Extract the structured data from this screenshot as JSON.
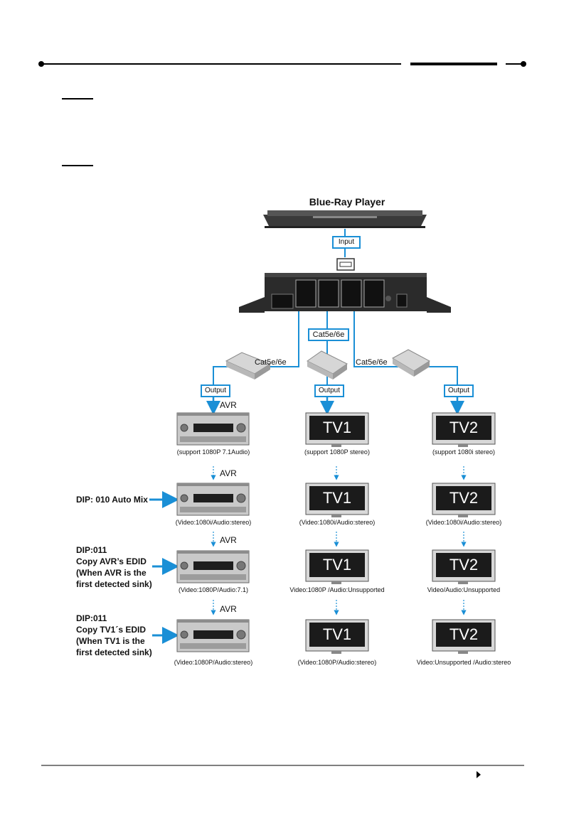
{
  "header": {
    "decor": "top-rule"
  },
  "devices": {
    "player": "Blue-Ray Player",
    "input_label": "Input",
    "output_label": "Output",
    "cable_left": "Cat5e/6e",
    "cable_center": "Cat5e/6e",
    "cable_right": "Cat5e/6e",
    "avr": "AVR",
    "tv1": "TV1",
    "tv2": "TV2"
  },
  "rows": [
    {
      "side": "",
      "avr": "(support 1080P 7.1Audio)",
      "tv1": "(support 1080P stereo)",
      "tv2": "(support 1080i stereo)"
    },
    {
      "side": "DIP: 010 Auto Mix",
      "avr": "(Video:1080i/Audio:stereo)",
      "tv1": "(Video:1080i/Audio:stereo)",
      "tv2": "(Video:1080i/Audio:stereo)"
    },
    {
      "side": "DIP:011\nCopy AVR’s EDID\n(When AVR is the\nfirst detected sink)",
      "avr": "(Video:1080P/Audio:7.1)",
      "tv1": "Video:1080P /Audio:Unsupported",
      "tv2": "Video/Audio:Unsupported"
    },
    {
      "side": "DIP:011\nCopy TV1´s EDID\n(When TV1 is the\nfirst detected sink)",
      "avr": "(Video:1080P/Audio:stereo)",
      "tv1": "(Video:1080P/Audio:stereo)",
      "tv2": "Video:Unsupported /Audio:stereo"
    }
  ],
  "colors": {
    "accent": "#1a8fd6",
    "device": "#2b2b2b"
  },
  "icons": [
    "next-page-icon"
  ]
}
